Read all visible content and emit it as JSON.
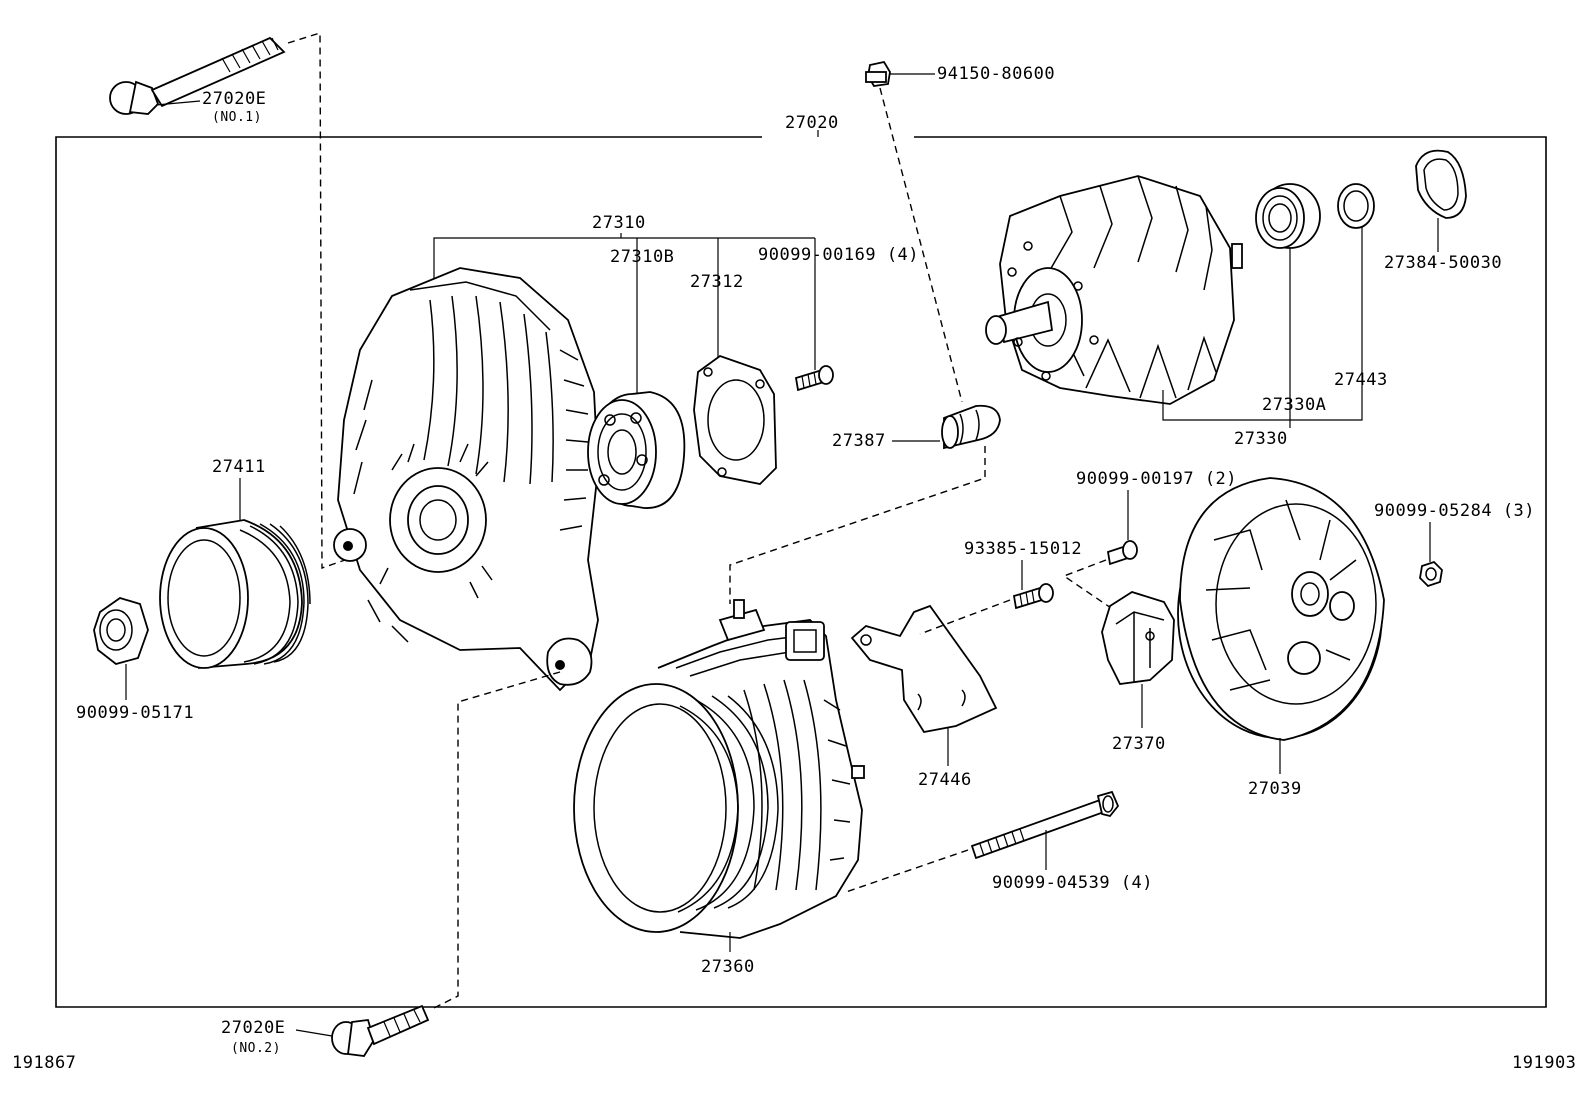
{
  "diagram": {
    "assembly_label": "27020",
    "footer_left": "191867",
    "footer_right": "191903"
  },
  "parts": {
    "bolt_no1": {
      "number": "27020E",
      "note": "(NO.1)"
    },
    "bolt_no2": {
      "number": "27020E",
      "note": "(NO.2)"
    },
    "terminal_nut": "94150-80600",
    "drive_frame_assy": "27310",
    "drive_frame": "27310B",
    "bearing_retainer": "27312",
    "retainer_screw": "90099-00169 (4)",
    "pulley": "27411",
    "pulley_nut": "90099-05171",
    "rotor_assy": "27330",
    "rotor_bearing": "27330A",
    "bearing_cover": "27443",
    "rotor_seal": "27384-50030",
    "terminal_insulator": "27387",
    "rectifier_screw": "93385-15012",
    "regulator_screw": "90099-00197 (2)",
    "end_cover_nut": "90099-05284 (3)",
    "stator_frame": "27360",
    "brush_holder_plate": "27446",
    "regulator": "27370",
    "end_cover": "27039",
    "through_bolt": "90099-04539 (4)"
  }
}
